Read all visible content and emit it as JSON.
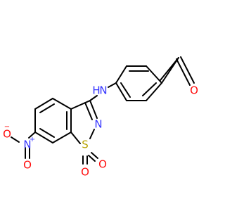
{
  "colors": {
    "bond": "#000000",
    "nitrogen": "#3535ff",
    "oxygen": "#ff0d0d",
    "sulfur": "#b8a300",
    "background": "#ffffff"
  },
  "atoms": {
    "o_ketone": "O",
    "nh": "N",
    "nh_h": "H",
    "n_ring": "N",
    "s_ring": "S",
    "o_sulfonyl_1": "O",
    "o_sulfonyl_2": "O",
    "n_nitro": "N",
    "n_nitro_charge": "+",
    "o_nitro_1": "O",
    "o_nitro_1_charge": "−",
    "o_nitro_2": "O"
  }
}
